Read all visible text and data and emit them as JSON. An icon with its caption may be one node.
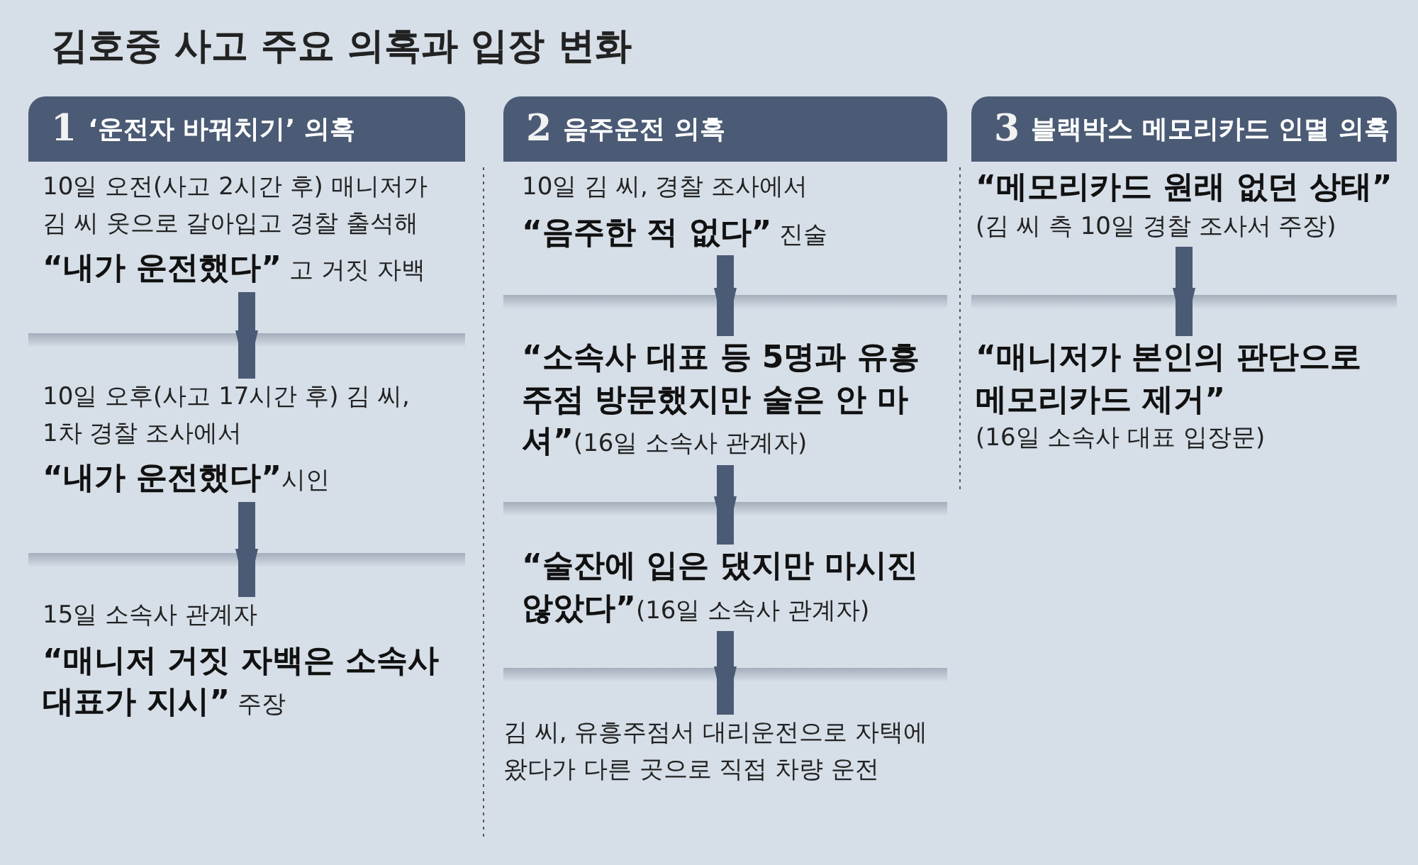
{
  "diagram": {
    "title": "김호중 사고 주요 의혹과 입장 변화",
    "nodes": [
      {
        "text": [
          "1",
          "‘운전자 바꿔치기’ 의혹"
        ]
      },
      {
        "text": [
          "10일 오전(사고 2시간 후) 매니저가 김 씨 옷으로 갈아입고 경찰 출석해",
          "**“내가 운전했다”** 고 거짓 자백"
        ]
      },
      {
        "text": [
          "10일 오후(사고 17시간 후) 김 씨, 1차 경찰 조사에서",
          "**“내가 운전했다”**시인"
        ]
      },
      {
        "text": [
          "15일 소속사 관계자",
          "**“매니저 거짓 자백은 소속사 대표가 지시”** 주장"
        ]
      },
      {
        "text": [
          "2",
          "음주운전 의혹"
        ]
      },
      {
        "text": [
          "10일 김 씨, 경찰 조사에서",
          "**“음주한 적 없다”** 진술"
        ]
      },
      {
        "text": [
          "**“소속사 대표 등 5명과 유흥주점 방문했지만 술은 안 마셔”**(16일 소속사 관계자)"
        ]
      },
      {
        "text": [
          "**“술잔에 입은 댔지만 마시진 않았다”**(16일 소속사 관계자)"
        ]
      },
      {
        "text": [
          "김 씨, 유흥주점서 대리운전으로 자택에 왔다가 다른 곳으로 직접 차량 운전"
        ]
      },
      {
        "text": [
          "3",
          "블랙박스 메모리카드 인멸 의혹"
        ]
      },
      {
        "text": [
          "**“메모리카드 원래 없던 상태”** (김 씨 측 10일 경찰 조사서 주장)"
        ]
      },
      {
        "text": [
          "**“매니저가 본인의 판단으로 메모리카드 제거”** (16일 소속사 대표 입장문)"
        ]
      }
    ],
    "edges": [
      {
        "from": 1,
        "to": 2,
        "arrow": "to"
      },
      {
        "from": 2,
        "to": 3,
        "arrow": "to"
      },
      {
        "from": 5,
        "to": 6,
        "arrow": "to"
      },
      {
        "from": 6,
        "to": 7,
        "arrow": "to"
      },
      {
        "from": 7,
        "to": 8,
        "arrow": "to"
      },
      {
        "from": 10,
        "to": 11,
        "arrow": "to"
      }
    ]
  }
}
